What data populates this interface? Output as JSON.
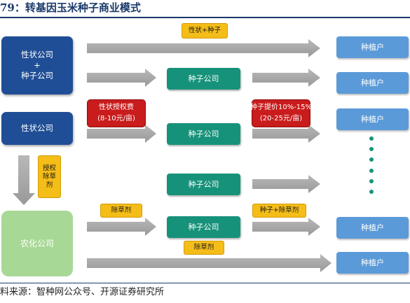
{
  "title": "79：转基因玉米种子商业模式",
  "source": "料来源：智种网公众号、开源证券研究所",
  "colors": {
    "navy": "#1f4e96",
    "teal": "#17927a",
    "farmer_blue": "#5b9ad8",
    "pesticide_green": "#a8d895",
    "tag_yellow": "#f5bd18",
    "fee_red": "#c91c1c",
    "arrow_gray": "#a6a6a6"
  },
  "nodes": {
    "trait_seed_company": {
      "line1": "性状公司",
      "line2": "+",
      "line3": "种子公司"
    },
    "trait_company": "性状公司",
    "pesticide_company": "农化公司",
    "seed_companies": [
      "种子公司",
      "种子公司",
      "种子公司",
      "种子公司"
    ],
    "farmers": [
      "种植户",
      "种植户",
      "种植户",
      "种植户",
      "种植户"
    ]
  },
  "labels": {
    "trait_plus_seed": "性状+种子",
    "license_fee": {
      "line1": "性状授权费",
      "line2": "(8-10元/亩)"
    },
    "price_increase": {
      "line1": "种子提价10%-15%",
      "line2": "(20-25元/亩)"
    },
    "licensing_herbicide": {
      "line1": "授权",
      "line2": "除草",
      "line3": "剂"
    },
    "herbicide_1": "除草剂",
    "seed_plus_herbicide": "种子+除草剂",
    "herbicide_2": "除草剂"
  }
}
